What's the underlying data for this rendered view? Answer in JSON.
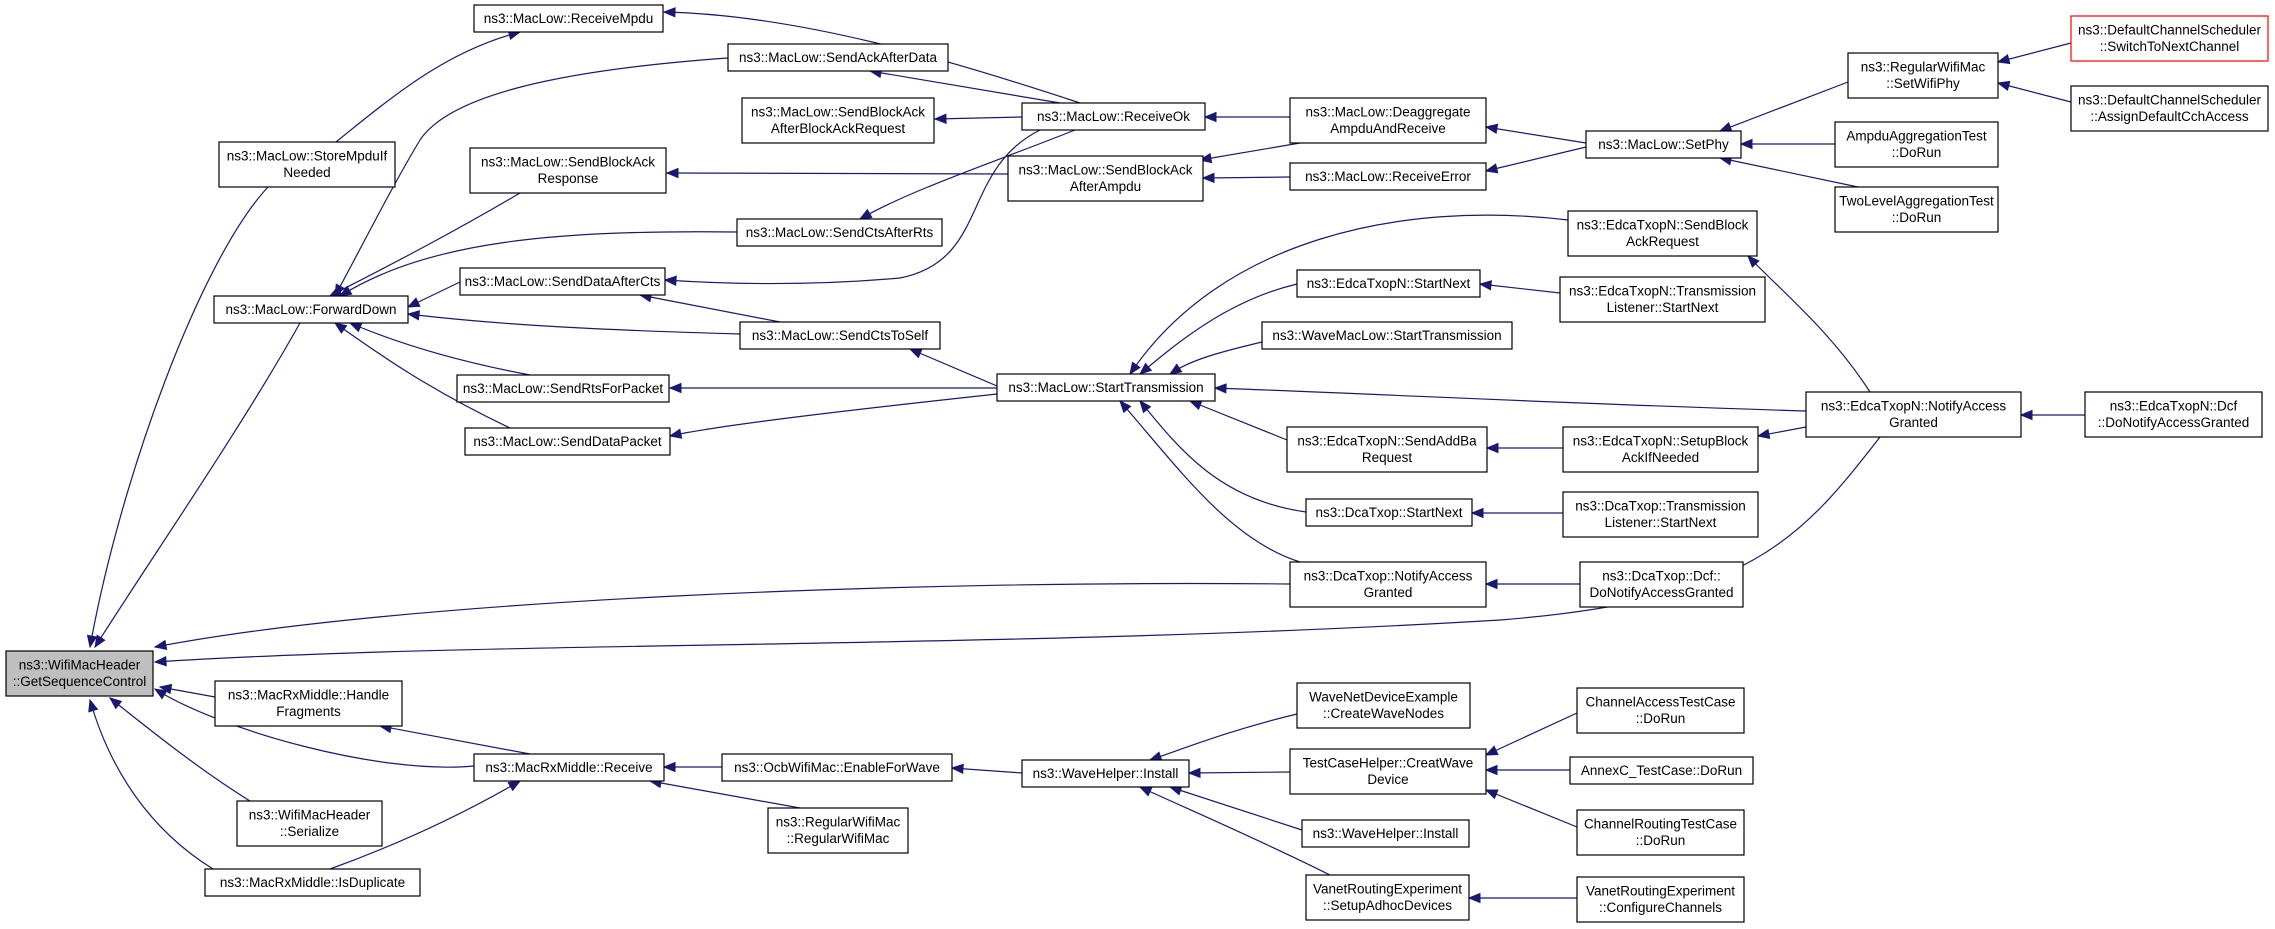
{
  "colors": {
    "edge": "#191970",
    "root_fill": "#bfbfbf",
    "highlight_border": "#ff0000"
  },
  "nodes": [
    {
      "id": "root",
      "lines": [
        "ns3::WifiMacHeader",
        "::GetSequenceControl"
      ],
      "style": "root"
    },
    {
      "id": "storempdu",
      "lines": [
        "ns3::MacLow::StoreMpduIf",
        "Needed"
      ]
    },
    {
      "id": "receivempdu",
      "lines": [
        "ns3::MacLow::ReceiveMpdu"
      ]
    },
    {
      "id": "forwarddown",
      "lines": [
        "ns3::MacLow::ForwardDown"
      ]
    },
    {
      "id": "sendackafterdata",
      "lines": [
        "ns3::MacLow::SendAckAfterData"
      ]
    },
    {
      "id": "sendbaafterbar",
      "lines": [
        "ns3::MacLow::SendBlockAck",
        "AfterBlockAckRequest"
      ]
    },
    {
      "id": "sendbaresponse",
      "lines": [
        "ns3::MacLow::SendBlockAck",
        "Response"
      ]
    },
    {
      "id": "sendctsafterrts",
      "lines": [
        "ns3::MacLow::SendCtsAfterRts"
      ]
    },
    {
      "id": "senddataafterctс",
      "lines": [
        "ns3::MacLow::SendDataAfterCts"
      ]
    },
    {
      "id": "sendctstoself",
      "lines": [
        "ns3::MacLow::SendCtsToSelf"
      ]
    },
    {
      "id": "sendrtsforpacket",
      "lines": [
        "ns3::MacLow::SendRtsForPacket"
      ]
    },
    {
      "id": "senddatapacket",
      "lines": [
        "ns3::MacLow::SendDataPacket"
      ]
    },
    {
      "id": "receiveok",
      "lines": [
        "ns3::MacLow::ReceiveOk"
      ]
    },
    {
      "id": "sendbaafterampdu",
      "lines": [
        "ns3::MacLow::SendBlockAck",
        "AfterAmpdu"
      ]
    },
    {
      "id": "deaggregate",
      "lines": [
        "ns3::MacLow::Deaggregate",
        "AmpduAndReceive"
      ]
    },
    {
      "id": "receiveerror",
      "lines": [
        "ns3::MacLow::ReceiveError"
      ]
    },
    {
      "id": "setphy",
      "lines": [
        "ns3::MacLow::SetPhy"
      ]
    },
    {
      "id": "regularsetwifiphy",
      "lines": [
        "ns3::RegularWifiMac",
        "::SetWifiPhy"
      ]
    },
    {
      "id": "switchtonext",
      "lines": [
        "ns3::DefaultChannelScheduler",
        "::SwitchToNextChannel"
      ],
      "style": "red"
    },
    {
      "id": "assigndefault",
      "lines": [
        "ns3::DefaultChannelScheduler",
        "::AssignDefaultCchAccess"
      ]
    },
    {
      "id": "ampduaggtest",
      "lines": [
        "AmpduAggregationTest",
        "::DoRun"
      ]
    },
    {
      "id": "twolevelagg",
      "lines": [
        "TwoLevelAggregationTest",
        "::DoRun"
      ]
    },
    {
      "id": "starttransmission",
      "lines": [
        "ns3::MacLow::StartTransmission"
      ]
    },
    {
      "id": "edcasendbar",
      "lines": [
        "ns3::EdcaTxopN::SendBlock",
        "AckRequest"
      ]
    },
    {
      "id": "edcastartnext",
      "lines": [
        "ns3::EdcaTxopN::StartNext"
      ]
    },
    {
      "id": "edcatlstartnext",
      "lines": [
        "ns3::EdcaTxopN::Transmission",
        "Listener::StartNext"
      ]
    },
    {
      "id": "wavemaclowstart",
      "lines": [
        "ns3::WaveMacLow::StartTransmission"
      ]
    },
    {
      "id": "edcanotify",
      "lines": [
        "ns3::EdcaTxopN::NotifyAccess",
        "Granted"
      ]
    },
    {
      "id": "edcadcfnotify",
      "lines": [
        "ns3::EdcaTxopN::Dcf",
        "::DoNotifyAccessGranted"
      ]
    },
    {
      "id": "edcasendaddba",
      "lines": [
        "ns3::EdcaTxopN::SendAddBa",
        "Request"
      ]
    },
    {
      "id": "edcasetupblock",
      "lines": [
        "ns3::EdcaTxopN::SetupBlock",
        "AckIfNeeded"
      ]
    },
    {
      "id": "dcastartnext",
      "lines": [
        "ns3::DcaTxop::StartNext"
      ]
    },
    {
      "id": "dcatlstartnext",
      "lines": [
        "ns3::DcaTxop::Transmission",
        "Listener::StartNext"
      ]
    },
    {
      "id": "dcanotify",
      "lines": [
        "ns3::DcaTxop::NotifyAccess",
        "Granted"
      ]
    },
    {
      "id": "dcadcfnotify",
      "lines": [
        "ns3::DcaTxop::Dcf::",
        "DoNotifyAccessGranted"
      ]
    },
    {
      "id": "handlefragments",
      "lines": [
        "ns3::MacRxMiddle::Handle",
        "Fragments"
      ]
    },
    {
      "id": "rxreceive",
      "lines": [
        "ns3::MacRxMiddle::Receive"
      ]
    },
    {
      "id": "serialize",
      "lines": [
        "ns3::WifiMacHeader",
        "::Serialize"
      ]
    },
    {
      "id": "isduplicate",
      "lines": [
        "ns3::MacRxMiddle::IsDuplicate"
      ]
    },
    {
      "id": "ocbenable",
      "lines": [
        "ns3::OcbWifiMac::EnableForWave"
      ]
    },
    {
      "id": "regularctor",
      "lines": [
        "ns3::RegularWifiMac",
        "::RegularWifiMac"
      ]
    },
    {
      "id": "wavehelperinstall",
      "lines": [
        "ns3::WaveHelper::Install"
      ]
    },
    {
      "id": "wavenetdevex",
      "lines": [
        "WaveNetDeviceExample",
        "::CreateWaveNodes"
      ]
    },
    {
      "id": "testcasehelper",
      "lines": [
        "TestCaseHelper::CreatWave",
        "Device"
      ]
    },
    {
      "id": "wavehelperinstall2",
      "lines": [
        "ns3::WaveHelper::Install"
      ]
    },
    {
      "id": "vanetsetup",
      "lines": [
        "VanetRoutingExperiment",
        "::SetupAdhocDevices"
      ]
    },
    {
      "id": "channelaccesstest",
      "lines": [
        "ChannelAccessTestCase",
        "::DoRun"
      ]
    },
    {
      "id": "annexc",
      "lines": [
        "AnnexC_TestCase::DoRun"
      ]
    },
    {
      "id": "channelroutingtest",
      "lines": [
        "ChannelRoutingTestCase",
        "::DoRun"
      ]
    },
    {
      "id": "vanetconfigure",
      "lines": [
        "VanetRoutingExperiment",
        "::ConfigureChannels"
      ]
    }
  ]
}
